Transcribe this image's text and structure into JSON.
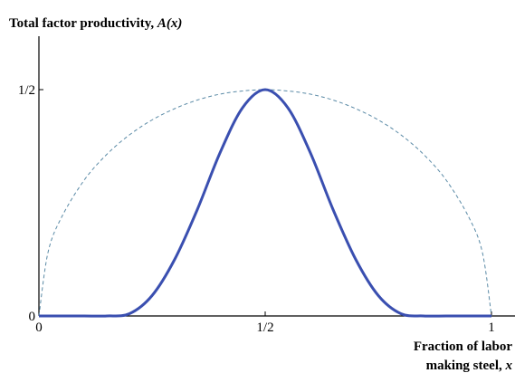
{
  "chart_data": {
    "type": "line",
    "title": "Total factor productivity, A(x)",
    "title_parts": {
      "prefix": "Total factor productivity, ",
      "var": "A(x)"
    },
    "xlabel_lines": [
      "Fraction of labor",
      "making steel, "
    ],
    "xlabel_var": "x",
    "xlim": [
      0,
      1
    ],
    "ylim": [
      0,
      0.6
    ],
    "x_ticks": [
      {
        "value": 0,
        "label": "0"
      },
      {
        "value": 0.5,
        "label": "1/2"
      },
      {
        "value": 1,
        "label": "1"
      }
    ],
    "y_ticks": [
      {
        "value": 0,
        "label": "0"
      },
      {
        "value": 0.5,
        "label": "1/2"
      }
    ],
    "grid": false,
    "series": [
      {
        "style": "solid",
        "color": "#3a4fb0",
        "x": [
          0,
          0.05,
          0.1,
          0.15,
          0.2,
          0.25,
          0.3,
          0.35,
          0.4,
          0.45,
          0.5,
          0.55,
          0.6,
          0.65,
          0.7,
          0.75,
          0.8,
          0.85,
          0.9,
          0.95,
          1
        ],
        "y": [
          0,
          0,
          0,
          0,
          0.005,
          0.045,
          0.125,
          0.235,
          0.36,
          0.46,
          0.5,
          0.46,
          0.36,
          0.235,
          0.125,
          0.045,
          0.005,
          0,
          0,
          0,
          0
        ]
      },
      {
        "style": "dashed",
        "color": "#5a8aa6",
        "x": [
          0,
          0.02,
          0.05,
          0.1,
          0.15,
          0.2,
          0.25,
          0.3,
          0.35,
          0.4,
          0.45,
          0.5,
          0.55,
          0.6,
          0.65,
          0.7,
          0.75,
          0.8,
          0.85,
          0.9,
          0.95,
          0.98,
          1
        ],
        "y": [
          0,
          0.14,
          0.218,
          0.3,
          0.357,
          0.4,
          0.433,
          0.458,
          0.477,
          0.49,
          0.497,
          0.5,
          0.497,
          0.49,
          0.477,
          0.458,
          0.433,
          0.4,
          0.357,
          0.3,
          0.218,
          0.14,
          0
        ]
      }
    ]
  }
}
